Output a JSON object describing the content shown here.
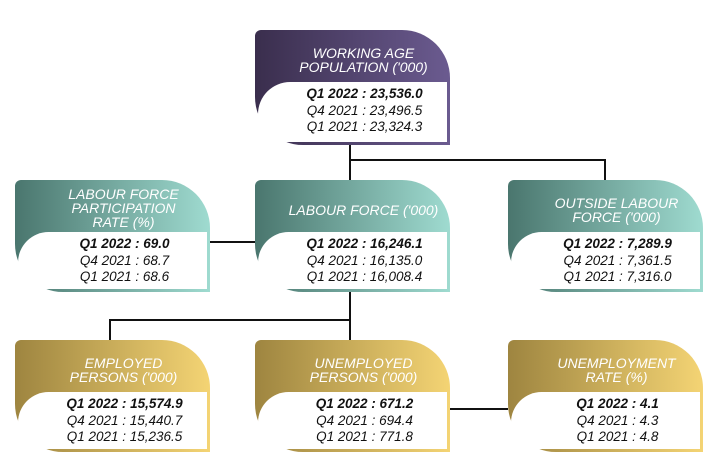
{
  "colors": {
    "purple": "#6b5b90",
    "teal": "#9fdbd0",
    "gold": "#f4d474"
  },
  "nodes": [
    {
      "title": [
        "WORKING AGE",
        "POPULATION ('000)"
      ],
      "rows": [
        "Q1 2022 : 23,536.0",
        "Q4 2021 : 23,496.5",
        "Q1 2021 : 23,324.3"
      ]
    },
    {
      "title": [
        "LABOUR FORCE",
        "PARTICIPATION",
        "RATE (%)"
      ],
      "rows": [
        "Q1 2022 : 69.0",
        "Q4 2021 : 68.7",
        "Q1 2021 : 68.6"
      ]
    },
    {
      "title": [
        "LABOUR FORCE ('000)"
      ],
      "rows": [
        "Q1 2022 : 16,246.1",
        "Q4 2021 : 16,135.0",
        "Q1 2021 : 16,008.4"
      ]
    },
    {
      "title": [
        "OUTSIDE LABOUR",
        "FORCE ('000)"
      ],
      "rows": [
        "Q1 2022 : 7,289.9",
        "Q4 2021 : 7,361.5",
        "Q1 2021 : 7,316.0"
      ]
    },
    {
      "title": [
        "EMPLOYED",
        "PERSONS ('000)"
      ],
      "rows": [
        "Q1 2022 : 15,574.9",
        "Q4 2021 : 15,440.7",
        "Q1 2021 : 15,236.5"
      ]
    },
    {
      "title": [
        "UNEMPLOYED",
        "PERSONS ('000)"
      ],
      "rows": [
        "Q1 2022 : 671.2",
        "Q4 2021 : 694.4",
        "Q1 2021 : 771.8"
      ]
    },
    {
      "title": [
        "UNEMPLOYMENT",
        "RATE (%)"
      ],
      "rows": [
        "Q1 2022 : 4.1",
        "Q4 2021 : 4.3",
        "Q1 2021 : 4.8"
      ]
    }
  ]
}
